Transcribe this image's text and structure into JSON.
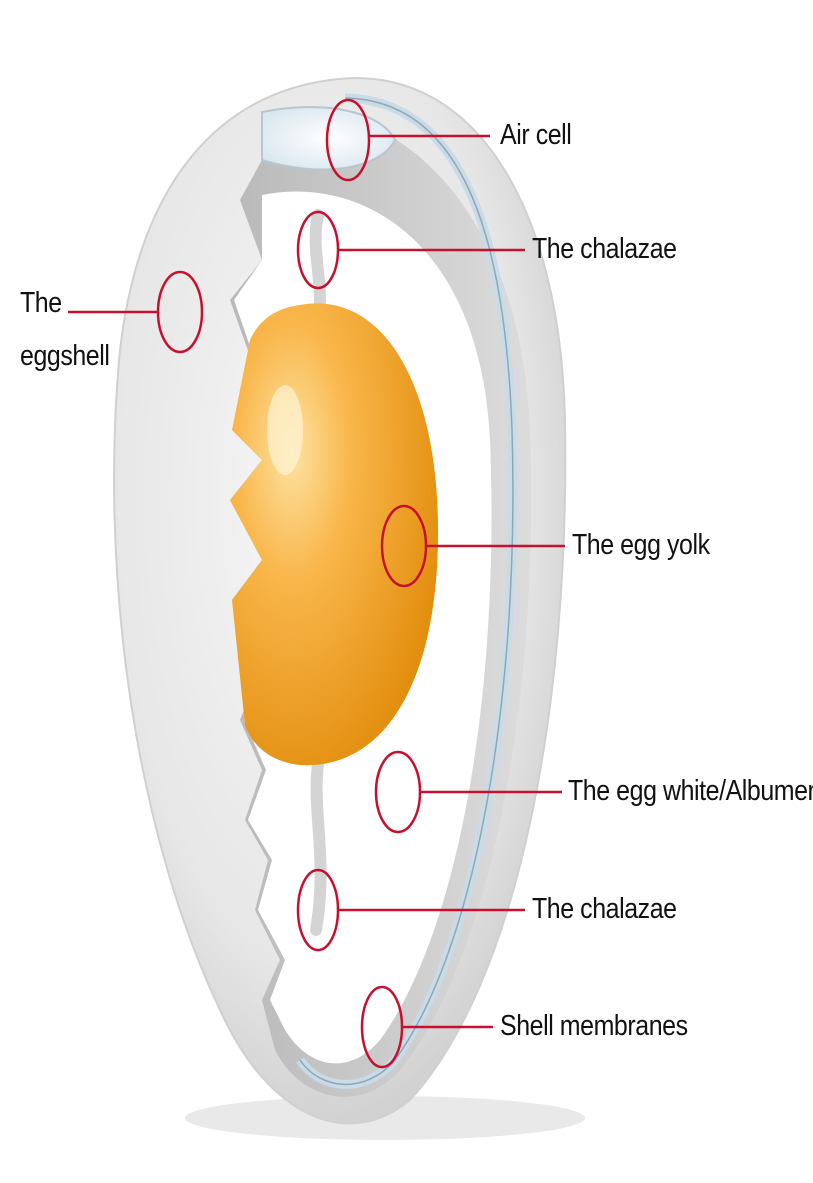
{
  "labels": {
    "air_cell": "Air cell",
    "chalazae_top": "The chalazae",
    "eggshell_line1": "The",
    "eggshell_line2": "eggshell",
    "egg_yolk": "The egg yolk",
    "egg_white": "The egg white/Albumen",
    "chalazae_bottom": "The chalazae",
    "shell_membranes": "Shell membranes"
  },
  "colors": {
    "shell_outer": "#e6e6e6",
    "shell_inner": "#cfcfcf",
    "membrane": "#c9dbe6",
    "albumen": "#ffffff",
    "yolk_light": "#fcd58a",
    "yolk_dark": "#e28b0a",
    "callout": "#c8102e"
  }
}
